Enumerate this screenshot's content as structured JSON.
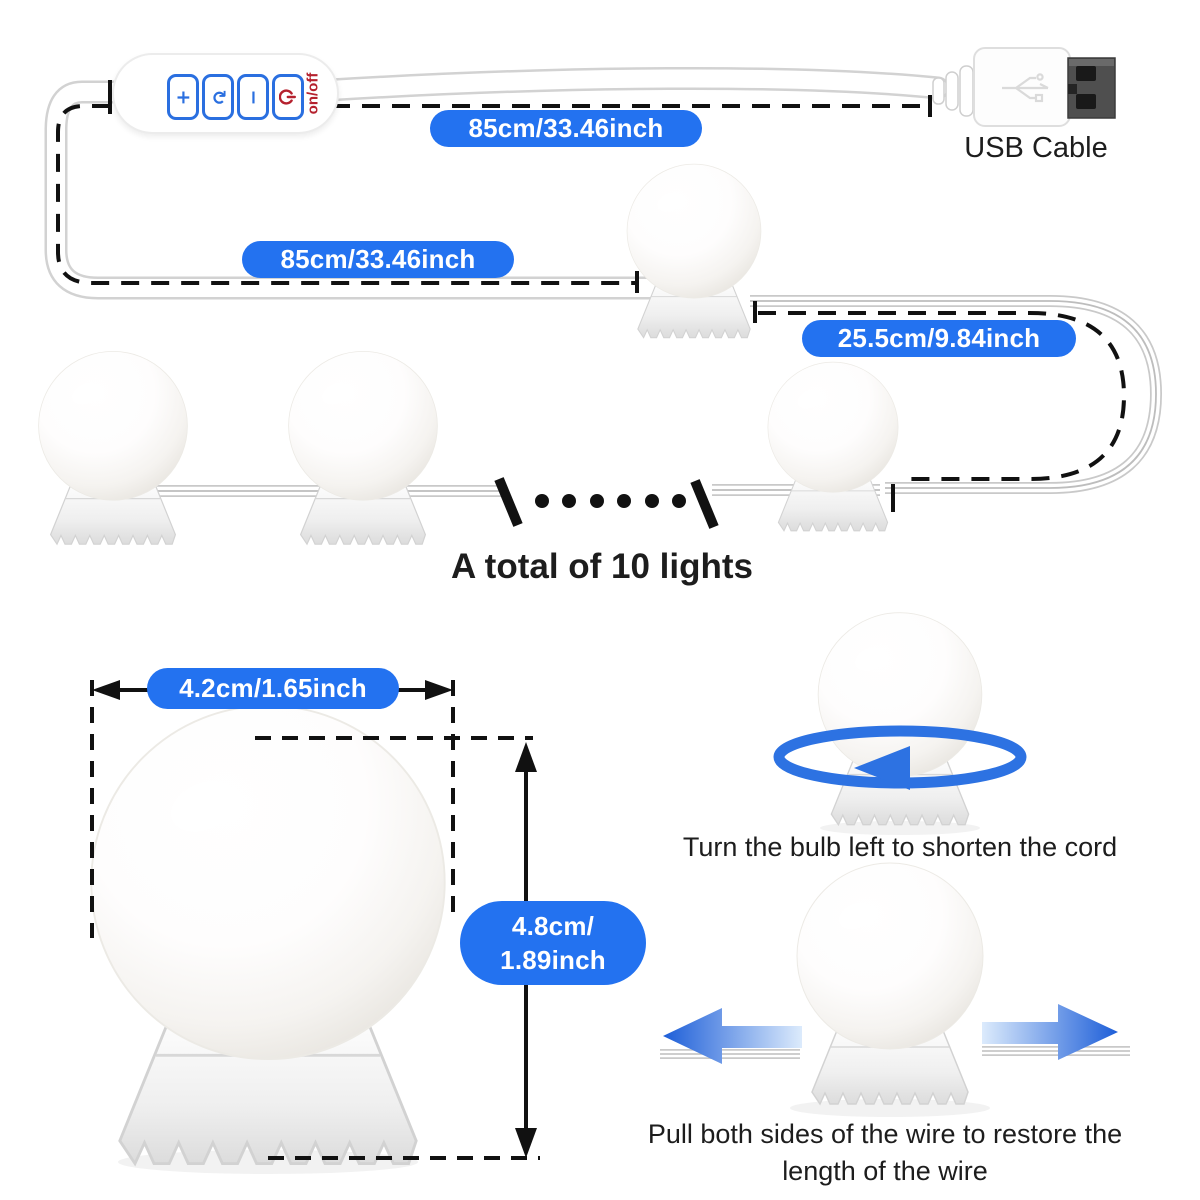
{
  "product_diagram": {
    "usb_label": "USB Cable",
    "total_lights_label": "A total of 10 lights",
    "measurements": {
      "remote_to_usb": "85cm/33.46inch",
      "remote_to_first_bulb": "85cm/33.46inch",
      "bulb_spacing": "25.5cm/9.84inch",
      "bulb_width": "4.2cm/1.65inch",
      "bulb_height_line1": "4.8cm/",
      "bulb_height_line2": "1.89inch"
    },
    "instructions": {
      "turn_caption": "Turn the bulb left to shorten the cord",
      "pull_caption_line1": "Pull both sides of the wire to restore the",
      "pull_caption_line2": "length of the wire"
    },
    "remote": {
      "onoff_label": "on/off",
      "buttons": [
        {
          "name": "brightness-up",
          "glyph": "+"
        },
        {
          "name": "mode-cycle",
          "glyph": "↻"
        },
        {
          "name": "brightness-down",
          "glyph": "−"
        },
        {
          "name": "power",
          "glyph": "⏻"
        }
      ]
    },
    "counts": {
      "visible_bulbs": 7,
      "dots_in_break": 6,
      "total_lights": 10
    },
    "colors": {
      "accent_blue": "#2372f0",
      "arrow_blue": "#2d72e2",
      "remote_red": "#b5212e",
      "usb_metal": "#4f4f4f",
      "line_black": "#111111"
    }
  }
}
